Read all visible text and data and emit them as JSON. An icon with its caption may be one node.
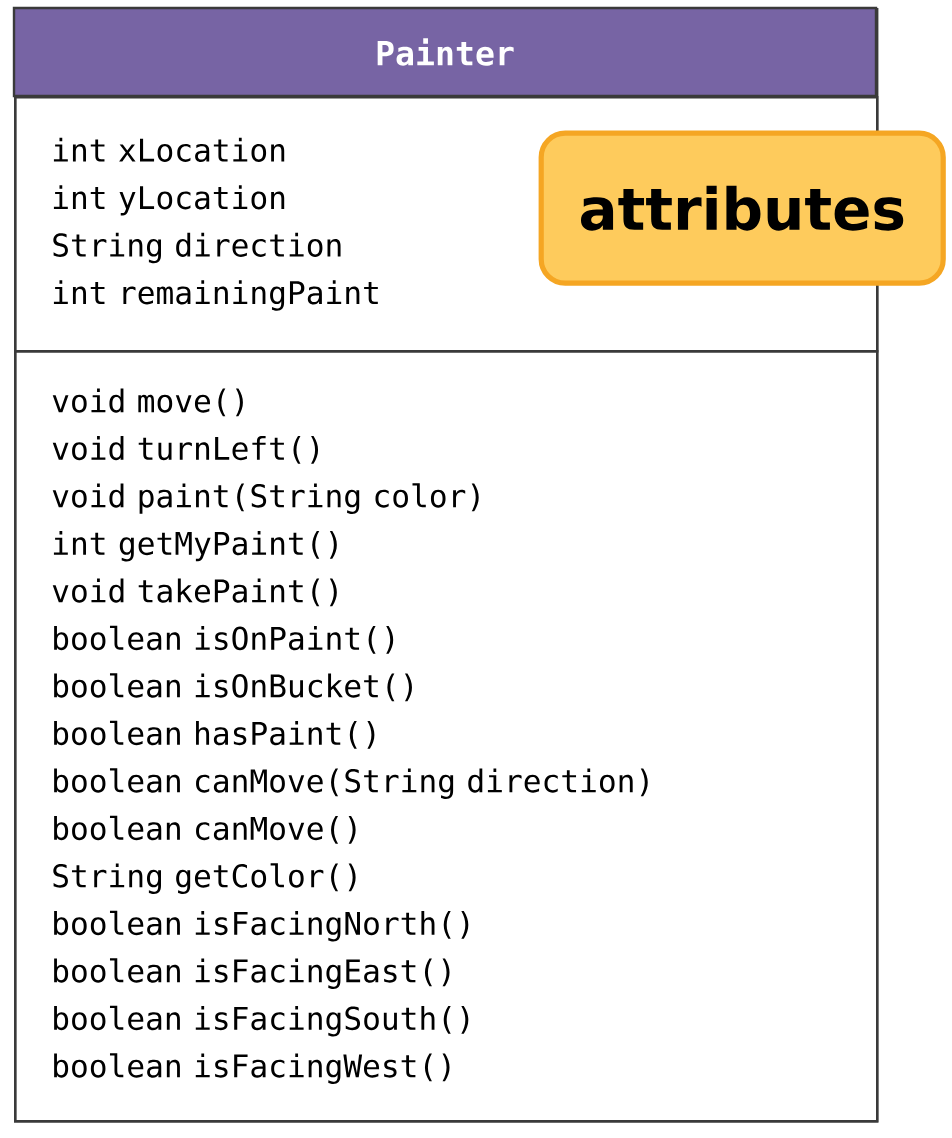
{
  "diagram": {
    "nodes": [
      {
        "text": [
          "Painter"
        ]
      },
      {
        "text": [
          "int xLocation",
          "int yLocation",
          "String direction",
          "int remainingPaint"
        ],
        "in": 0
      },
      {
        "text": [
          "void move()",
          "void turnLeft()",
          "void paint(String color)",
          "int getMyPaint()",
          "void takePaint()",
          "boolean isOnPaint()",
          "boolean isOnBucket()",
          "boolean hasPaint()",
          "boolean canMove(String direction)",
          "boolean canMove()",
          "String getColor()",
          "boolean isFacingNorth()",
          "boolean isFacingEast()",
          "boolean isFacingSouth()",
          "boolean isFacingWest()"
        ],
        "in": 0
      },
      {
        "text": [
          "attributes"
        ]
      }
    ]
  }
}
